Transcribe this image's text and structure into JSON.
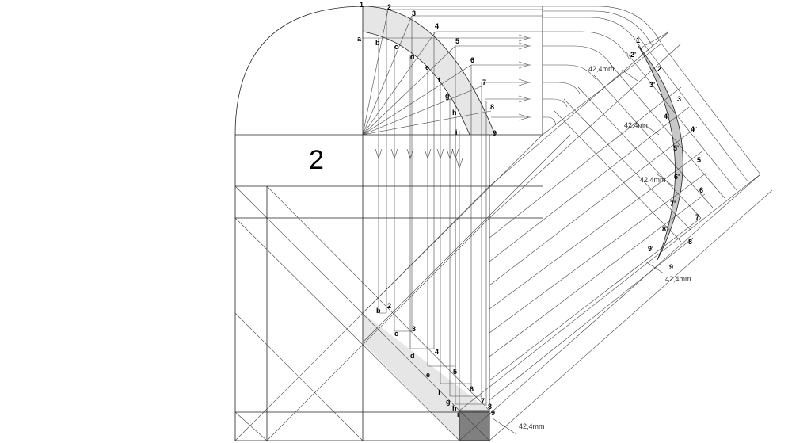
{
  "section_number": "2",
  "dimension_label": "42,4mm",
  "arc_points": [
    "1",
    "2",
    "3",
    "4",
    "5",
    "6",
    "7",
    "8",
    "9"
  ],
  "profile_letters": [
    "a",
    "b",
    "c",
    "d",
    "e",
    "f",
    "g",
    "h",
    "i"
  ],
  "developed_points": [
    "1",
    "2'",
    "2",
    "3'",
    "3",
    "4'",
    "4",
    "5'",
    "5",
    "6'",
    "6",
    "7'",
    "7",
    "8'",
    "8",
    "9'",
    "9"
  ],
  "lower_points": [
    "2",
    "3",
    "4",
    "5",
    "6",
    "7",
    "8",
    "9"
  ],
  "lower_letters": [
    "b",
    "c",
    "d",
    "e",
    "f",
    "g",
    "h",
    "i"
  ]
}
